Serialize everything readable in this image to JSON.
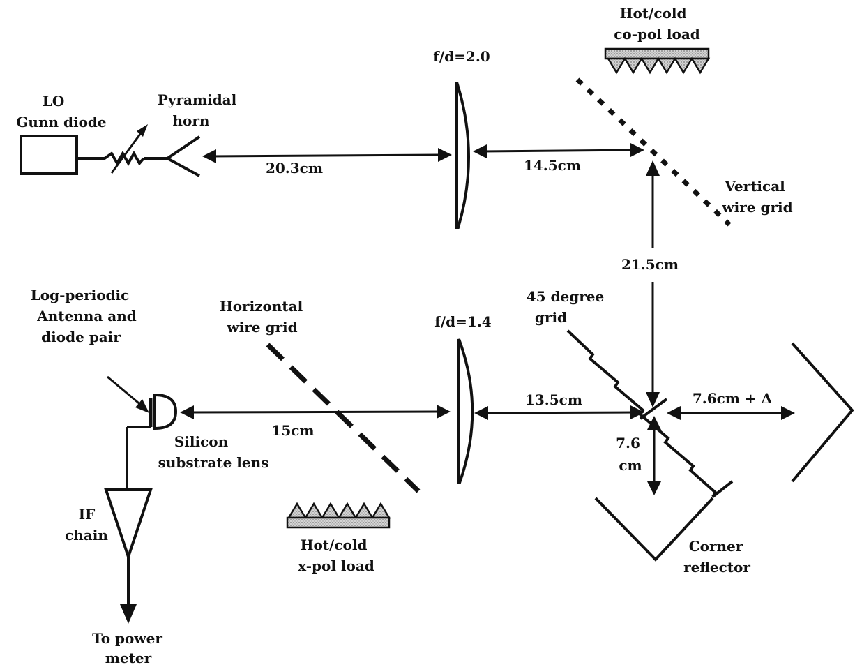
{
  "labels": {
    "lo": [
      "LO",
      "Gunn diode"
    ],
    "horn": [
      "Pyramidal",
      "horn"
    ],
    "lens1": "f/d=2.0",
    "coload": [
      "Hot/cold",
      "co-pol load"
    ],
    "vgrid": [
      "Vertical",
      "wire grid"
    ],
    "dist_203": "20.3cm",
    "dist_145": "14.5cm",
    "dist_215": "21.5cm",
    "logper": [
      "Log-periodic",
      "Antenna and",
      "diode pair"
    ],
    "hgrid": [
      "Horizontal",
      "wire grid"
    ],
    "lens2": "f/d=1.4",
    "grid45": [
      "45 degree",
      "grid"
    ],
    "dist_15": "15cm",
    "dist_135": "13.5cm",
    "dist_76d": "7.6cm + Δ",
    "dist_76": [
      "7.6",
      "cm"
    ],
    "silicon": [
      "Silicon",
      "substrate lens"
    ],
    "ifchain": [
      "IF",
      "chain"
    ],
    "xload": [
      "Hot/cold",
      "x-pol load"
    ],
    "corner": [
      "Corner",
      "reflector"
    ],
    "power": [
      "To power",
      "meter"
    ]
  },
  "colors": {
    "ink": "#111111",
    "load_fill": "#c8c8c8"
  }
}
